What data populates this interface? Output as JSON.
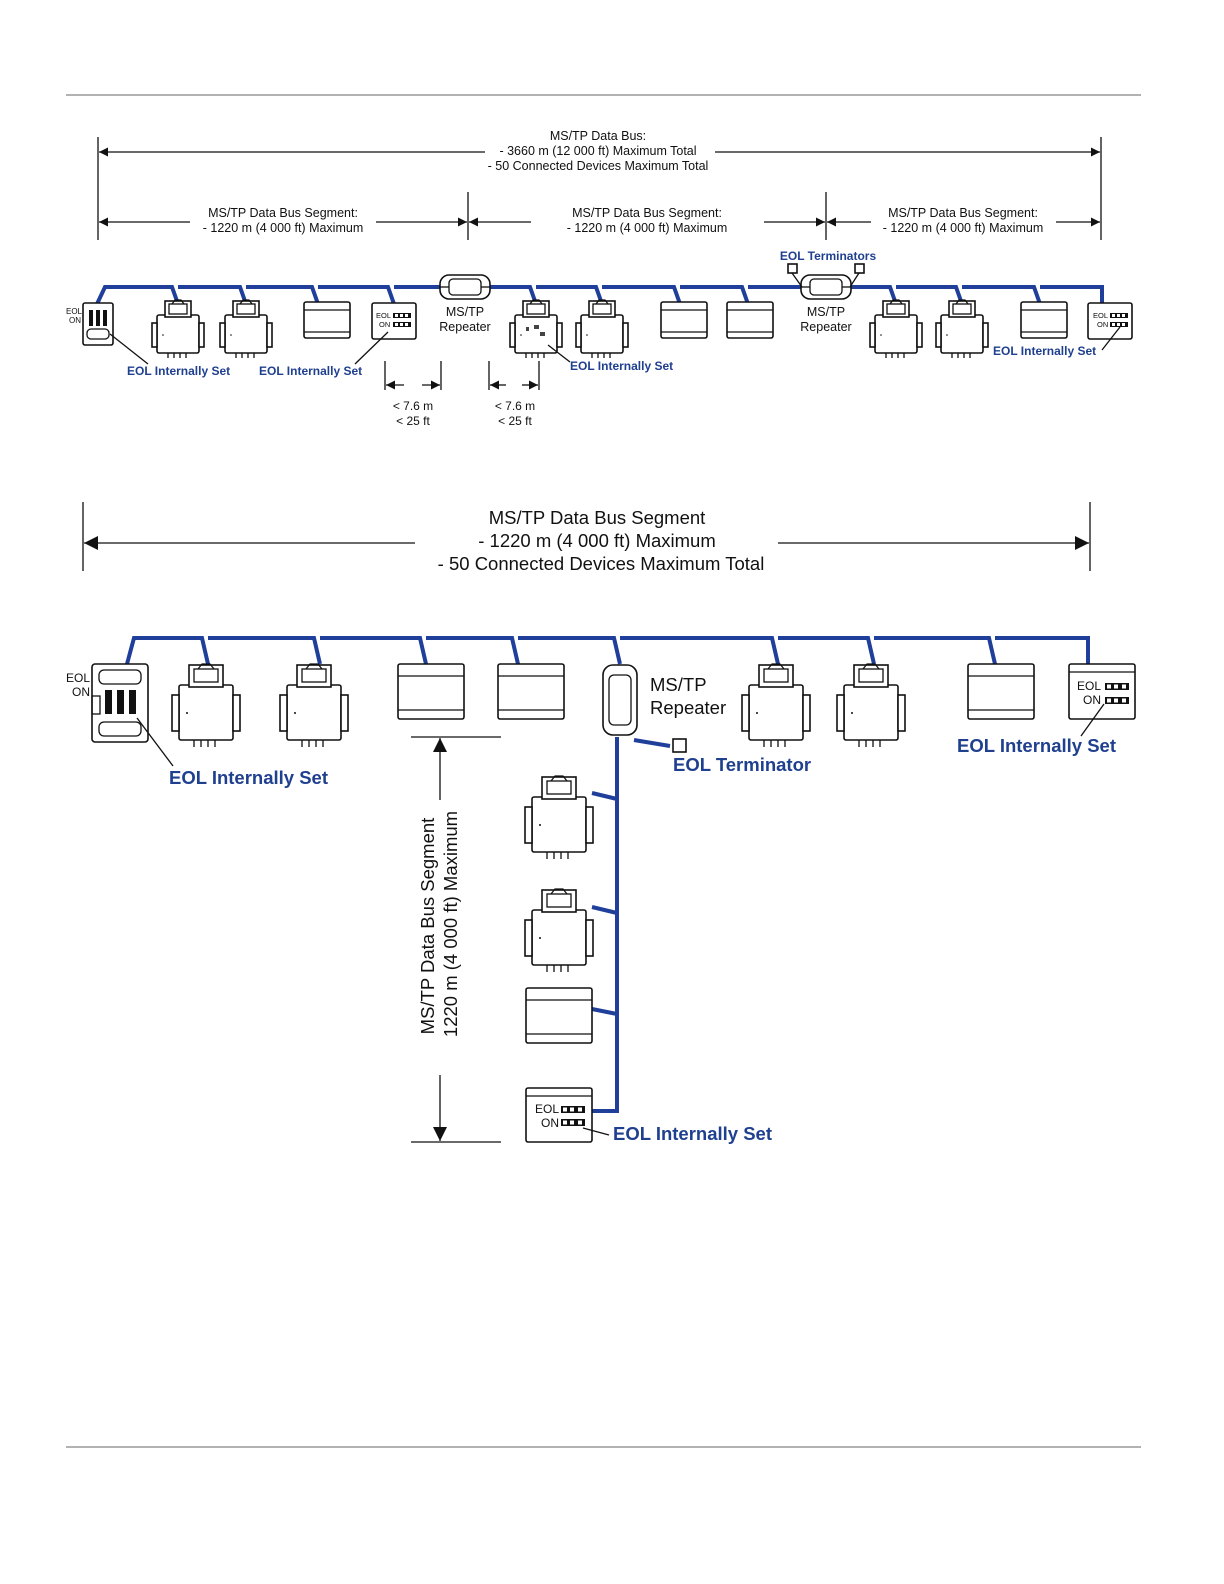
{
  "colors": {
    "bus": "#1f3f9a",
    "label": "#1f3f8f",
    "text": "#111111",
    "rule": "#999999"
  },
  "diagram1": {
    "bus_lines": [
      "MS/TP Data Bus:",
      "- 3660 m (12 000 ft) Maximum Total",
      "- 50 Connected Devices Maximum Total"
    ],
    "segment_lines": [
      "MS/TP Data Bus Segment:",
      "- 1220 m (4 000 ft) Maximum"
    ],
    "repeater_lines": [
      "MS/TP",
      "Repeater"
    ],
    "eol_terminators": "EOL Terminators",
    "eol_internally_set": "EOL Internally Set",
    "eol": "EOL",
    "on": "ON",
    "distance_lines": [
      "< 7.6 m",
      "< 25 ft"
    ]
  },
  "diagram2": {
    "segment_lines": [
      "MS/TP Data Bus Segment",
      "- 1220 m (4 000 ft) Maximum",
      "- 50 Connected Devices Maximum Total"
    ],
    "vertical_lines": [
      "MS/TP Data Bus Segment",
      "1220 m (4 000 ft) Maximum"
    ],
    "repeater_lines": [
      "MS/TP",
      "Repeater"
    ],
    "eol_terminator": "EOL Terminator",
    "eol_internally_set": "EOL Internally Set",
    "eol": "EOL",
    "on": "ON"
  }
}
